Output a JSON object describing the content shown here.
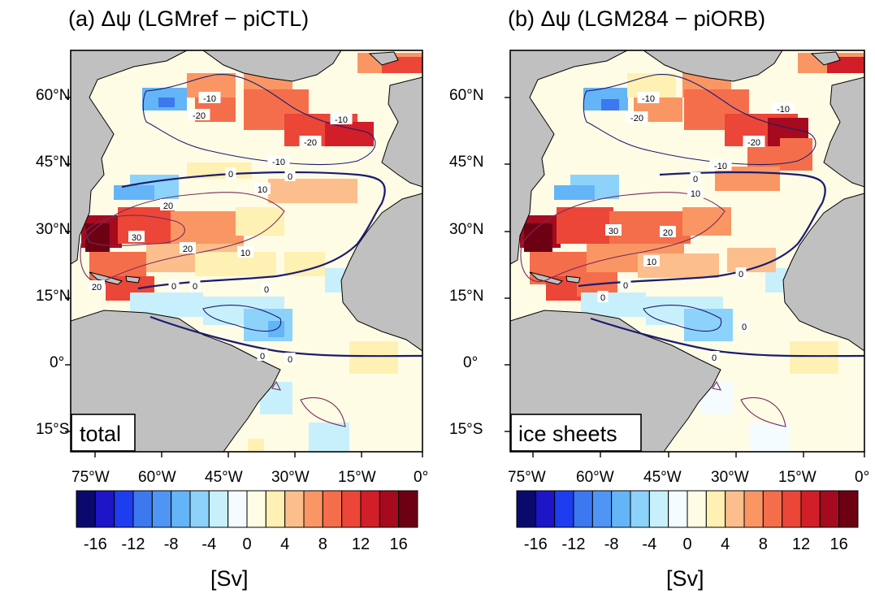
{
  "panels": [
    {
      "title": "(a) Δψ (LGMref − piCTL)",
      "inset_label": "total",
      "contour_labels": {
        "neg10_a": "-10",
        "neg20_a": "-20",
        "neg10_b": "-10",
        "neg20_b": "-20",
        "neg10_c": "-10",
        "zero_a": "0",
        "zero_b": "0",
        "ten_a": "10",
        "twenty_a": "20",
        "thirty": "30",
        "twenty_b": "20",
        "ten_b": "10",
        "twenty_c": "20",
        "zero_c": "0",
        "zero_d": "0",
        "zero_e": "0",
        "zero_f": "0",
        "zero_g": "0"
      }
    },
    {
      "title": "(b) Δψ (LGM284 − piORB)",
      "inset_label": "ice sheets",
      "contour_labels": {
        "neg10_a": "-10",
        "neg20_a": "-20",
        "neg10_b": "-10",
        "neg20_b": "-20",
        "neg10_c": "-10",
        "zero_a": "0",
        "ten_a": "10",
        "thirty": "30",
        "twenty_b": "20",
        "ten_b": "10",
        "zero_c": "0",
        "zero_d": "0",
        "zero_e": "0",
        "zero_f": "0",
        "zero_g": "0"
      }
    }
  ],
  "axes": {
    "lat_ticks": [
      "60°N",
      "45°N",
      "30°N",
      "15°N",
      "0°",
      "15°S"
    ],
    "lon_ticks": [
      "75°W",
      "60°W",
      "45°W",
      "30°W",
      "15°W",
      "0°"
    ]
  },
  "colorbar": {
    "unit": "[Sv]",
    "tick_labels": [
      "-16",
      "-12",
      "-8",
      "-4",
      "0",
      "4",
      "8",
      "12",
      "16"
    ],
    "colors": [
      "#0a0a6e",
      "#1e14c8",
      "#1e3cf0",
      "#3c78f0",
      "#4f96f4",
      "#64b4f8",
      "#8cd2fa",
      "#c8f0fc",
      "#f4fcff",
      "#fffce6",
      "#fff0b4",
      "#fcbe8c",
      "#fa9664",
      "#f56e4b",
      "#eb4637",
      "#d21e28",
      "#a50a1e",
      "#6e0014"
    ]
  },
  "colors": {
    "land": "#c0c0c0",
    "contour_zero": "#1c1c70",
    "contour_neg": "#1c1c70",
    "contour_pos": "#7a2a5a"
  }
}
